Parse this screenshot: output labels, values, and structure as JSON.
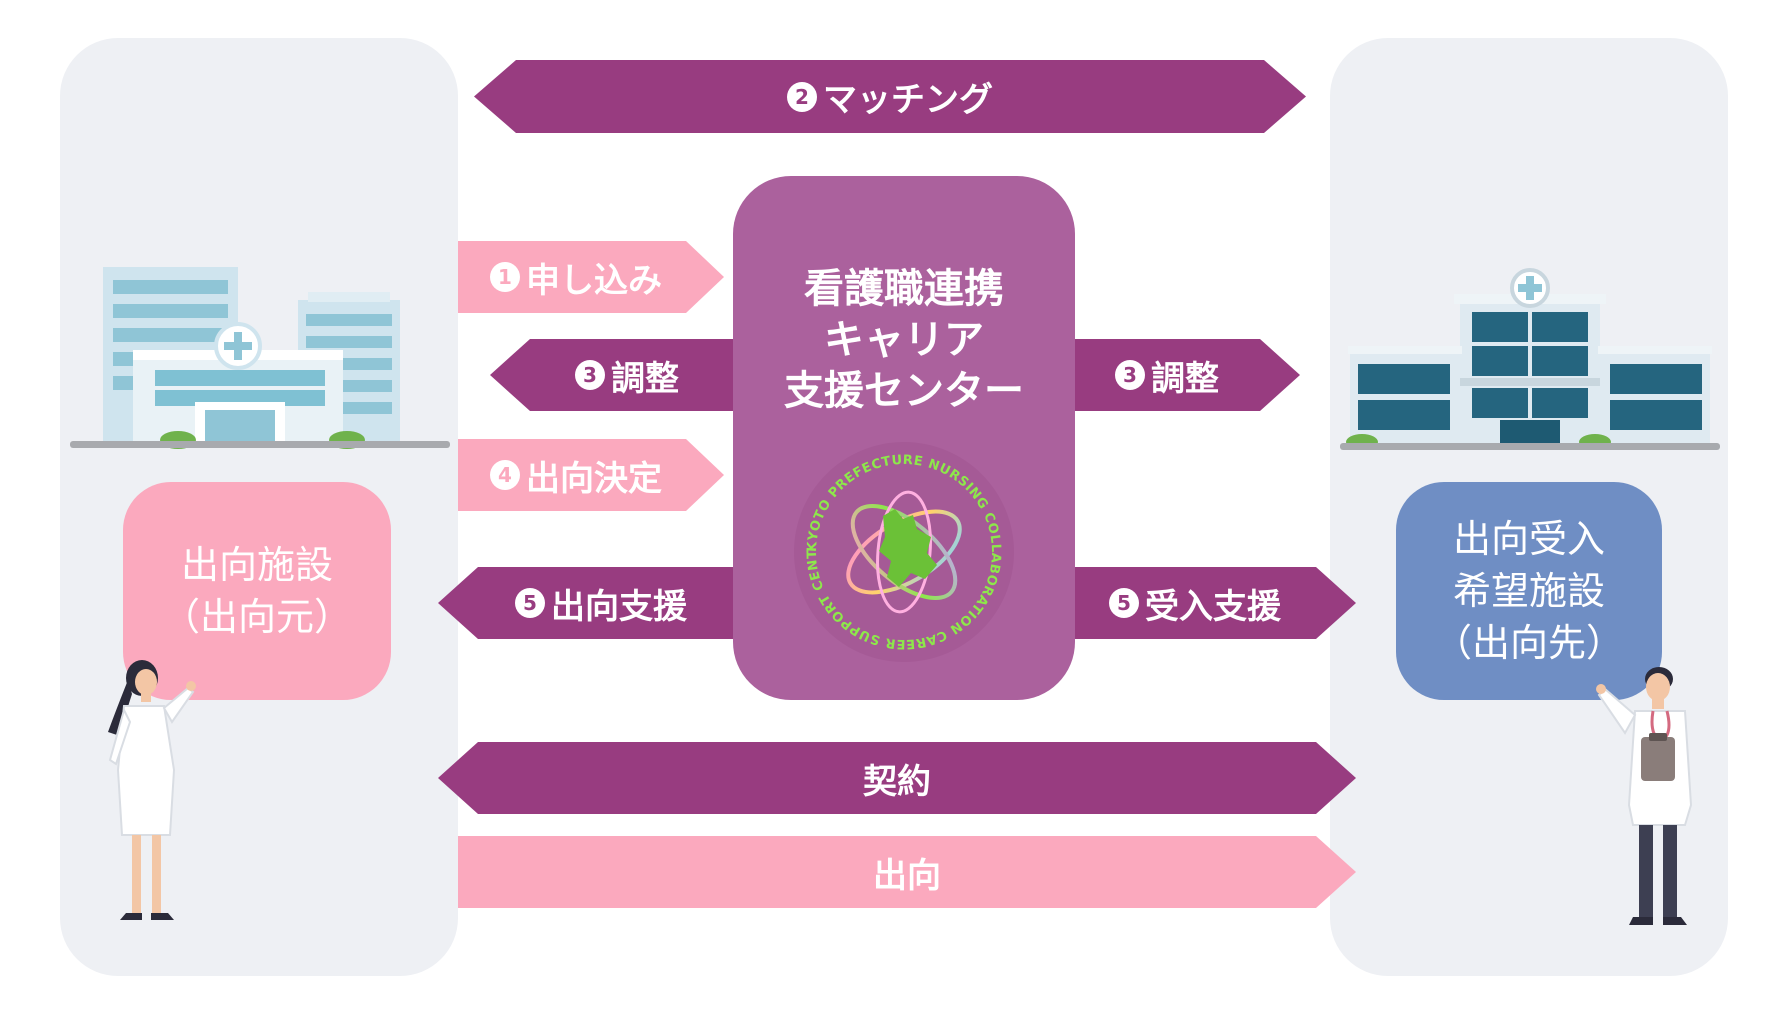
{
  "colors": {
    "panel_bg": "#eef0f4",
    "dark_arrow": "#983c80",
    "pink_arrow": "#fba9be",
    "center_box": "#ab619d",
    "source_facility": "#fba9be",
    "dest_facility": "#6f8ec4",
    "logo_green": "#8de84a"
  },
  "steps": {
    "matching": {
      "num": "2",
      "label": "マッチング"
    },
    "apply": {
      "num": "1",
      "label": "申し込み"
    },
    "adjust_left": {
      "num": "3",
      "label": "調整"
    },
    "adjust_right": {
      "num": "3",
      "label": "調整"
    },
    "decision": {
      "num": "4",
      "label": "出向決定"
    },
    "support_left": {
      "num": "5",
      "label": "出向支援"
    },
    "support_right": {
      "num": "5",
      "label": "受入支援"
    },
    "contract": {
      "label": "契約"
    },
    "secondment": {
      "label": "出向"
    }
  },
  "center": {
    "title_lines": [
      "看護職連携",
      "キャリア",
      "支援センター"
    ],
    "logo_text": "KYOTO PREFECTURE NURSING COLLABORATION CAREER SUPPORT CENTER"
  },
  "source_facility": {
    "line1": "出向施設",
    "line2": "（出向元）"
  },
  "dest_facility": {
    "line1": "出向受入",
    "line2": "希望施設",
    "line3": "（出向先）"
  },
  "icons": {
    "left_building": "hospital-building-icon",
    "right_building": "hospital-building-icon",
    "left_person": "female-nurse-icon",
    "right_person": "male-doctor-icon"
  }
}
